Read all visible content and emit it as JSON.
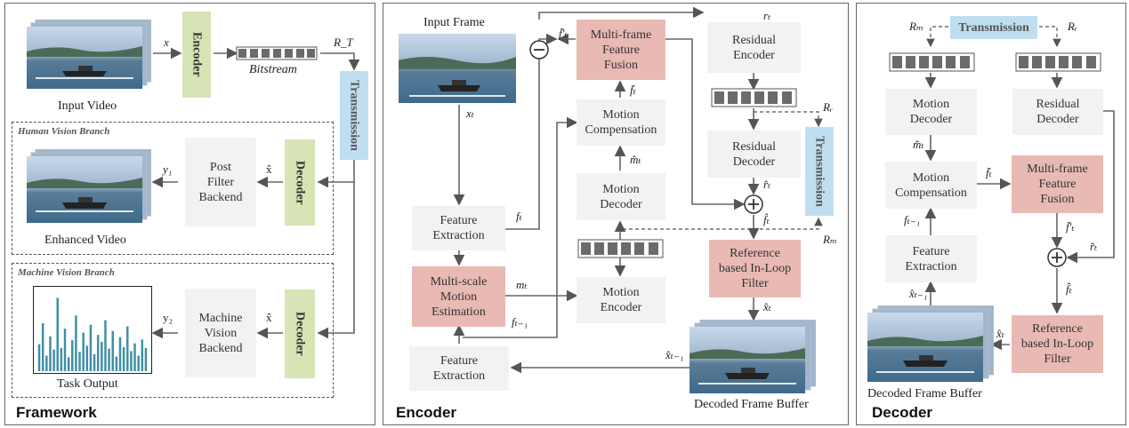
{
  "framework": {
    "title": "Framework",
    "input_video": "Input Video",
    "encoder": "Encoder",
    "bitstream": "Bitstream",
    "x": "x",
    "r_tau": "R_T",
    "transmission": "Transmission",
    "human_branch": "Human Vision Branch",
    "machine_branch": "Machine Vision Branch",
    "decoder": "Decoder",
    "post_filter": "Post\nFilter\nBackend",
    "machine_backend": "Machine\nVision\nBackend",
    "x_hat": "x̂",
    "y1": "y₁",
    "y2": "y₂",
    "enhanced_video": "Enhanced Video",
    "task_output": "Task Output",
    "task_bars": [
      0.35,
      0.62,
      0.2,
      0.45,
      0.28,
      0.95,
      0.3,
      0.55,
      0.18,
      0.4,
      0.72,
      0.25,
      0.5,
      0.33,
      0.6,
      0.22,
      0.47,
      0.38,
      0.66,
      0.29,
      0.52,
      0.19,
      0.44,
      0.31,
      0.58,
      0.26,
      0.36,
      0.2,
      0.41,
      0.3
    ]
  },
  "encoder": {
    "title": "Encoder",
    "input_frame": "Input Frame",
    "x_t": "xₜ",
    "feature_extraction": "Feature\nExtraction",
    "multiscale": "Multi-scale\nMotion\nEstimation",
    "feature_extraction_bottom": "Feature\nExtraction",
    "multi_frame_fusion": "Multi-frame\nFeature\nFusion",
    "motion_compensation": "Motion\nCompensation",
    "motion_decoder": "Motion\nDecoder",
    "motion_encoder": "Motion\nEncoder",
    "residual_encoder": "Residual\nEncoder",
    "residual_decoder": "Residual\nDecoder",
    "reference_filter": "Reference\nbased In-Loop\nFilter",
    "transmission": "Transmission",
    "decoded_buffer": "Decoded Frame Buffer",
    "f_t": "fₜ",
    "m_t": "mₜ",
    "f_t1": "fₜ₋₁",
    "m_hat_t": "m̂ₜ",
    "f_bar_t": "f̄ₜ",
    "f_bar_t_prime": "f̄'ₜ",
    "r_t": "rₜ",
    "r_hat_t": "r̂ₜ",
    "f_hat_t": "f̂ₜ",
    "x_hat_t": "x̂ₜ",
    "x_hat_t1": "x̂ₜ₋₁",
    "r_r": "Rᵣ",
    "r_m": "Rₘ",
    "minus": "−",
    "plus": "+"
  },
  "decoder": {
    "title": "Decoder",
    "transmission": "Transmission",
    "r_m": "Rₘ",
    "r_r": "Rᵣ",
    "motion_decoder": "Motion\nDecoder",
    "residual_decoder": "Residual\nDecoder",
    "m_hat_t": "m̂ₜ",
    "motion_compensation": "Motion\nCompensation",
    "f_bar_t": "f̄ₜ",
    "multi_frame_fusion": "Multi-frame\nFeature\nFusion",
    "f_t1": "fₜ₋₁",
    "f_bar_t_prime": "f̄'ₜ",
    "feature_extraction": "Feature\nExtraction",
    "r_hat_t": "r̂ₜ",
    "f_hat_t": "f̂ₜ",
    "x_hat_t1": "x̂ₜ₋₁",
    "x_hat_t": "x̂ₜ",
    "reference_filter": "Reference\nbased In-Loop\nFilter",
    "decoded_buffer": "Decoded Frame Buffer",
    "plus": "+"
  },
  "colors": {
    "encoder_decoder_green": "#d6e4b6",
    "transmission_blue": "#bfdff0",
    "module_pink": "#e9b9b3",
    "module_gray": "#f1f2f2",
    "bars": "#3f8fa5"
  }
}
